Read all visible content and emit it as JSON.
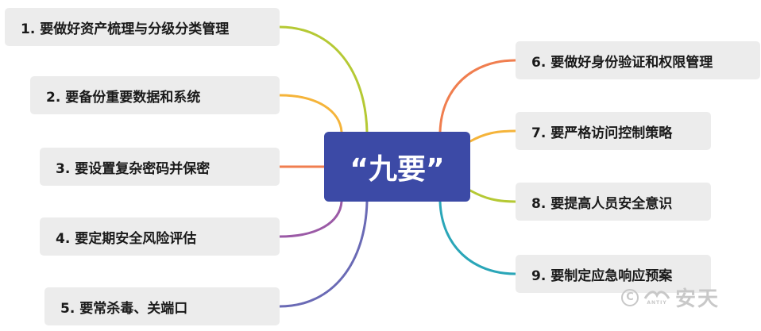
{
  "center": {
    "label": "“九要”",
    "color": "#3c4aa6"
  },
  "left_items": [
    {
      "label": "1. 要做好资产梳理与分级分类管理",
      "color": "#b5c934"
    },
    {
      "label": "2. 要备份重要数据和系统",
      "color": "#f5b43a"
    },
    {
      "label": "3. 要设置复杂密码并保密",
      "color": "#f07e4f"
    },
    {
      "label": "4. 要定期安全风险评估",
      "color": "#9b5aa6"
    },
    {
      "label": "5. 要常杀毒、关端口",
      "color": "#6a6ab5"
    }
  ],
  "right_items": [
    {
      "label": "6. 要做好身份验证和权限管理",
      "color": "#f07e4f"
    },
    {
      "label": "7. 要严格访问控制策略",
      "color": "#f5b43a"
    },
    {
      "label": "8. 要提高人员安全意识",
      "color": "#b5c934"
    },
    {
      "label": "9. 要制定应急响应预案",
      "color": "#2aa6b8"
    }
  ],
  "watermark": {
    "copyright_symbol": "C",
    "logo_sub": "ANTIY",
    "brand_name": "安天"
  }
}
